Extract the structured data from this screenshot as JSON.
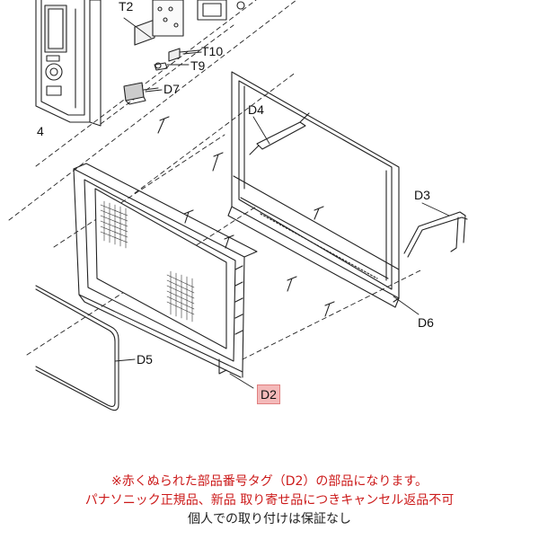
{
  "labels": {
    "t2": "T2",
    "t10": "T10",
    "t9": "T9",
    "d7": "D7",
    "d4": "D4",
    "d3": "D3",
    "d5": "D5",
    "d6": "D6",
    "d2": "D2",
    "n4": "4"
  },
  "notes": {
    "line1": "※赤くぬられた部品番号タグ（D2）の部品になります。",
    "line2": "パナソニック正規品、新品 取り寄せ品につきキャンセル返品不可",
    "line3": "個人での取り付けは保証なし"
  },
  "highlight_color": "#f4b9b9"
}
